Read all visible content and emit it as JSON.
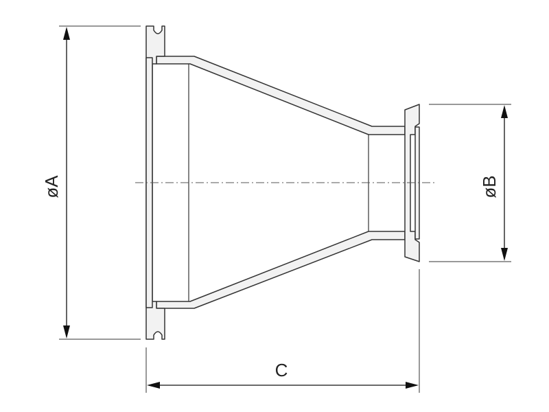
{
  "labels": {
    "dim_a": "øA",
    "dim_b": "øB",
    "dim_c": "C"
  }
}
